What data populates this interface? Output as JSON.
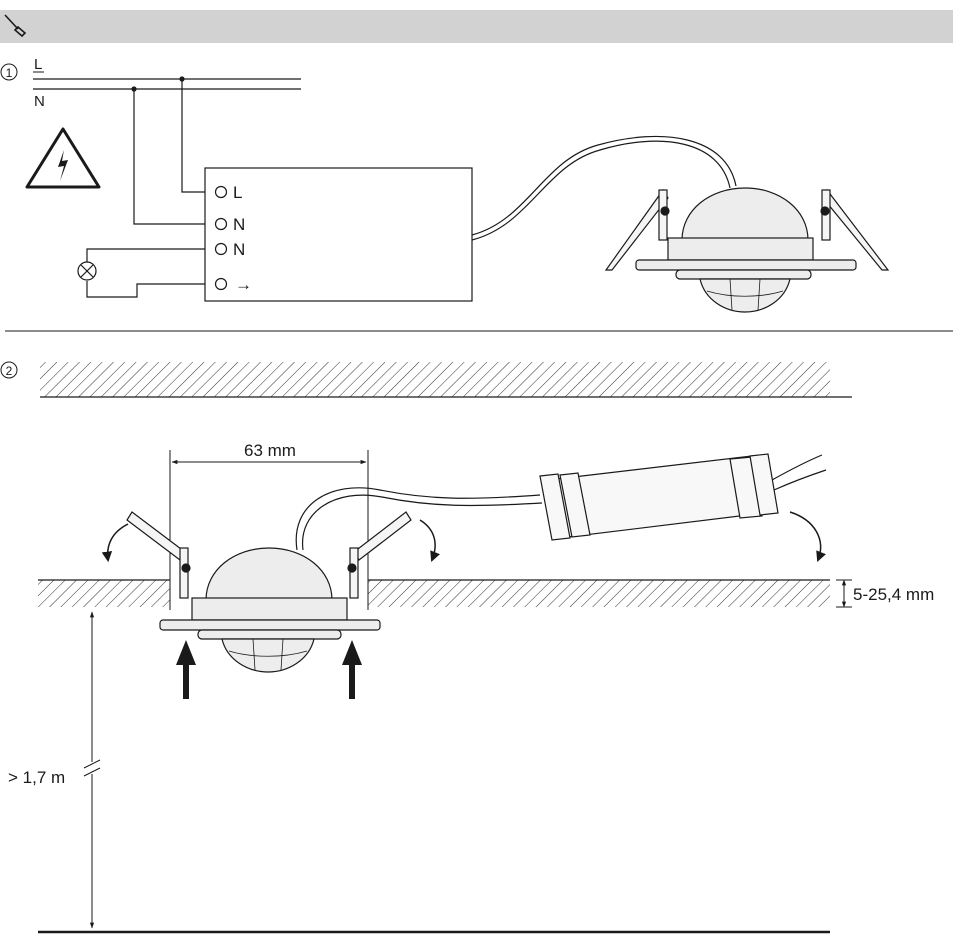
{
  "header": {
    "tool_icon": "screwdriver-icon"
  },
  "section1": {
    "step_marker": "1",
    "line_L": "L",
    "line_N": "N",
    "warning_icon": "high-voltage-warning-icon",
    "terminals": [
      "L",
      "N",
      "N",
      "→"
    ]
  },
  "section2": {
    "step_marker": "2",
    "cutout_diameter": "63 mm",
    "ceiling_thickness": "5-25,4 mm",
    "mounting_height": "> 1,7 m"
  },
  "colors": {
    "header_bg": "#d2d2d2",
    "ink": "#1a1a1a",
    "sensor_fill": "#ededed"
  }
}
